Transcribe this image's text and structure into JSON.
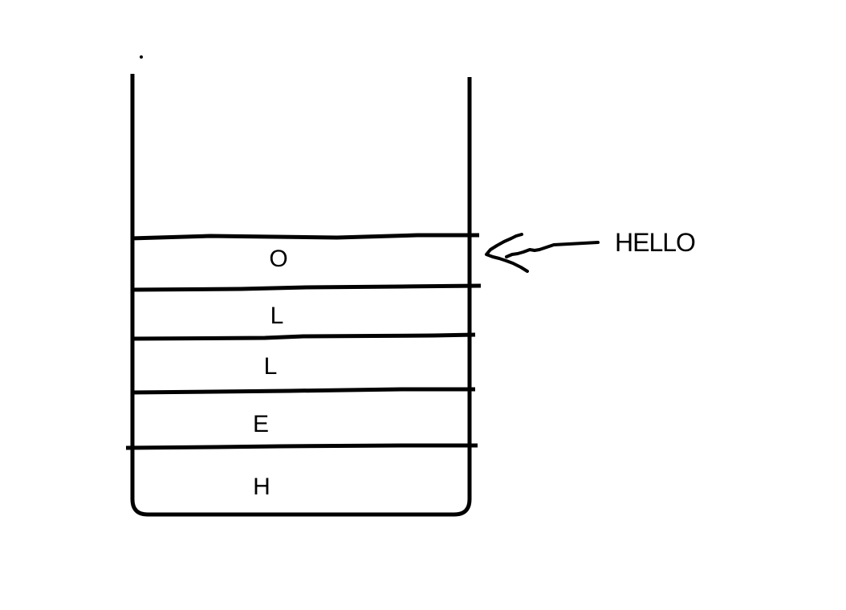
{
  "diagram": {
    "kind": "hand-drawn stack of letters in an open-top container"
  },
  "stack": {
    "cells": [
      {
        "label": "O"
      },
      {
        "label": "L"
      },
      {
        "label": "L"
      },
      {
        "label": "E"
      },
      {
        "label": "H"
      }
    ]
  },
  "annotation": {
    "label": "HELLO"
  },
  "colors": {
    "ink": "#000000",
    "background": "#ffffff"
  }
}
